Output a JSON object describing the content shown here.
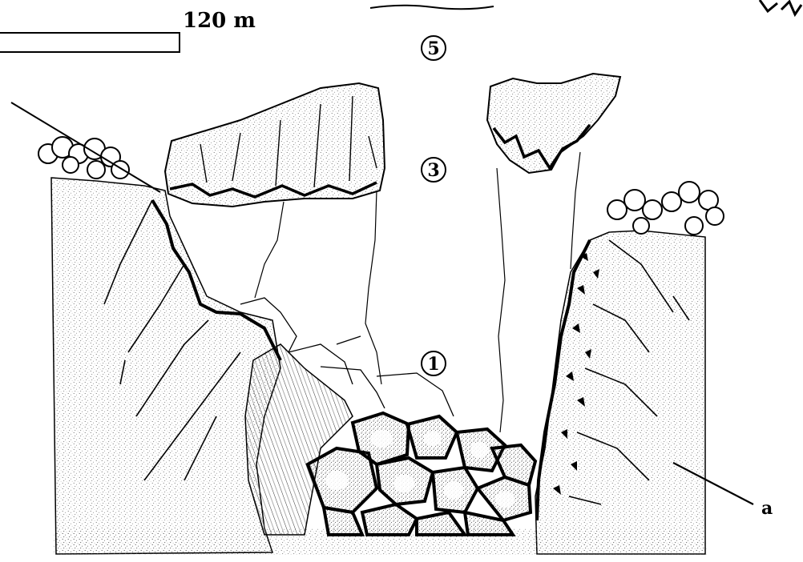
{
  "scale_bar": {
    "label": "120 m"
  },
  "markers": [
    {
      "id": "marker-5",
      "label": "5"
    },
    {
      "id": "marker-3",
      "label": "3"
    },
    {
      "id": "marker-1",
      "label": "1"
    }
  ],
  "callout": {
    "label": "a"
  },
  "colors": {
    "ink": "#000000",
    "paper": "#ffffff",
    "stipple": "#555555"
  }
}
